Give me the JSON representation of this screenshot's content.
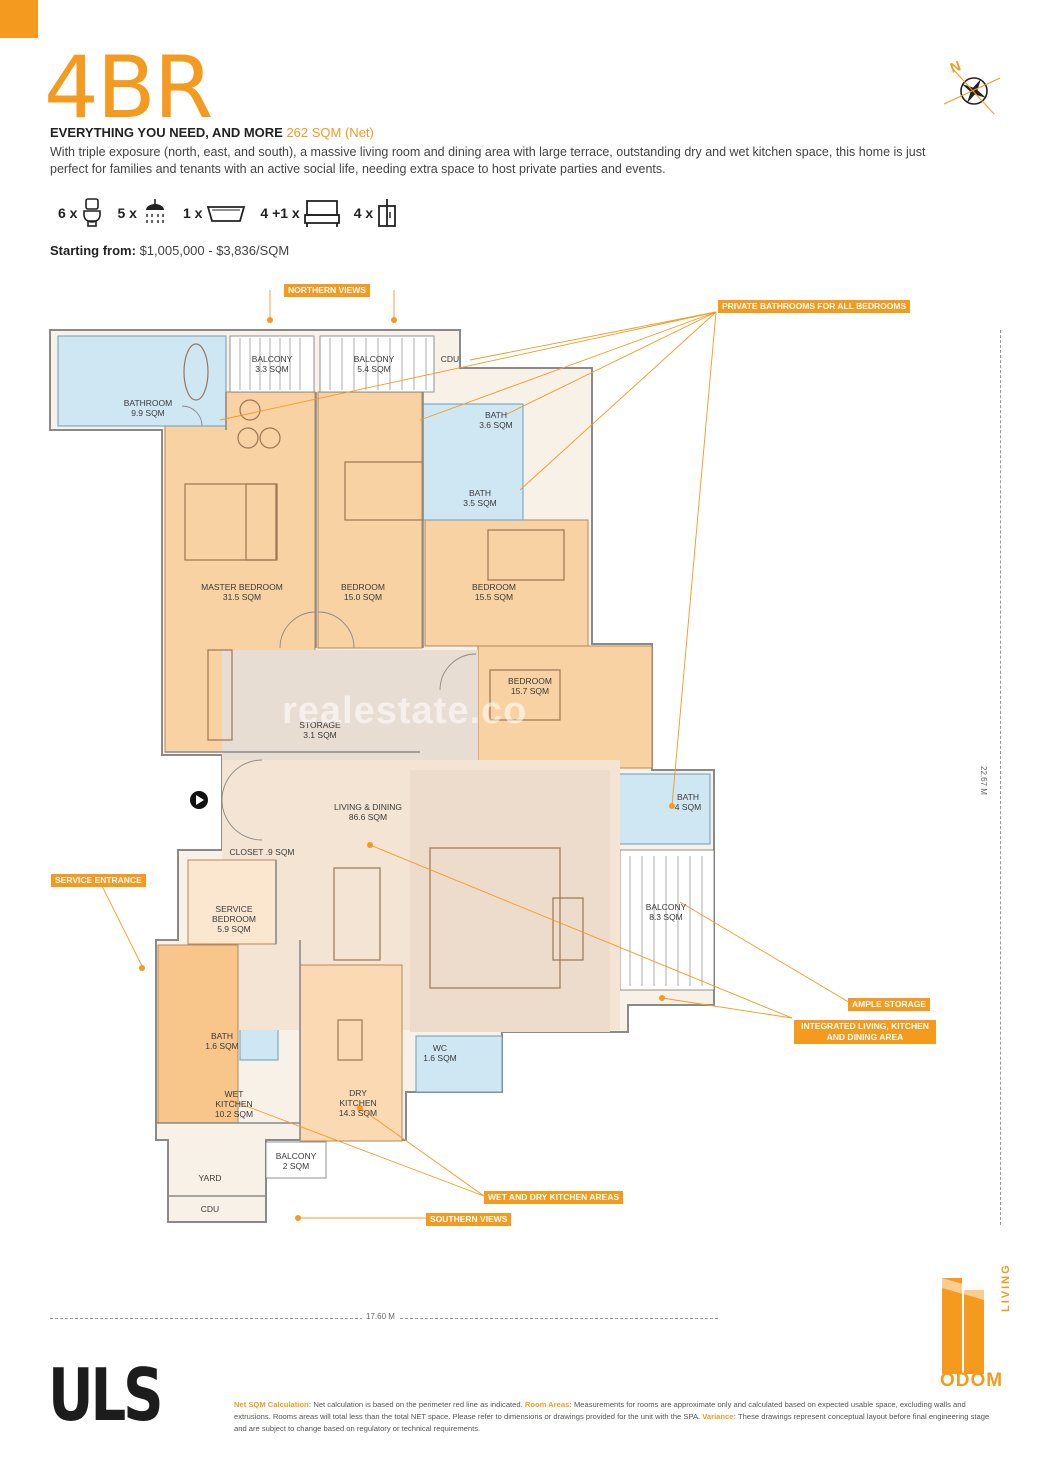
{
  "header": {
    "title": "4BR",
    "headline": "EVERYTHING YOU NEED, AND MORE",
    "net_area": "262 SQM (Net)",
    "description": "With triple exposure (north, east, and south), a massive living room and dining area with large terrace, outstanding dry and wet kitchen space, this home is just perfect for families and tenants with an active social life, needing extra space to host private parties and events.",
    "price_label": "Starting from:",
    "price_value": "$1,005,000 - $3,836/SQM"
  },
  "features": [
    {
      "count": "6 x",
      "icon": "toilet-icon"
    },
    {
      "count": "5 x",
      "icon": "shower-icon"
    },
    {
      "count": "1 x",
      "icon": "bathtub-icon"
    },
    {
      "count": "4 +1 x",
      "icon": "bed-icon"
    },
    {
      "count": "4 x",
      "icon": "wardrobe-icon"
    }
  ],
  "compass": {
    "letter": "N"
  },
  "callouts": {
    "northern_views": "NORTHERN VIEWS",
    "private_bathrooms": "PRIVATE BATHROOMS FOR ALL BEDROOMS",
    "service_entrance": "SERVICE ENTRANCE",
    "ample_storage": "AMPLE STORAGE",
    "integrated_living": "INTEGRATED LIVING, KITCHEN AND DINING AREA",
    "wet_dry_kitchen": "WET AND DRY KITCHEN AREAS",
    "southern_views": "SOUTHERN VIEWS"
  },
  "rooms": {
    "bathroom_master": "BATHROOM\n9.9 SQM",
    "balcony_1": "BALCONY\n3.3 SQM",
    "balcony_2": "BALCONY\n5.4 SQM",
    "cdu_top": "CDU",
    "bath_1": "BATH\n3.6 SQM",
    "bath_2": "BATH\n3.5 SQM",
    "master_bedroom": "MASTER BEDROOM\n31.5 SQM",
    "bedroom_1": "BEDROOM\n15.0 SQM",
    "bedroom_2": "BEDROOM\n15.5 SQM",
    "bedroom_3": "BEDROOM\n15.7 SQM",
    "storage": "STORAGE\n3.1 SQM",
    "living_dining": "LIVING & DINING\n86.6 SQM",
    "bath_3": "BATH\n4 SQM",
    "closet": "CLOSET .9 SQM",
    "service_bedroom": "SERVICE\nBEDROOM\n5.9 SQM",
    "balcony_3": "BALCONY\n8.3 SQM",
    "bath_service": "BATH\n1.6 SQM",
    "wc": "WC\n1.6 SQM",
    "wet_kitchen": "WET\nKITCHEN\n10.2 SQM",
    "dry_kitchen": "DRY\nKITCHEN\n14.3 SQM",
    "yard": "YARD",
    "balcony_4": "BALCONY\n2 SQM",
    "cdu_bottom": "CDU"
  },
  "dimensions": {
    "width": "17.60 M",
    "height": "22.67 M"
  },
  "footer": {
    "uls": "ULS",
    "odom": "ODOM",
    "living": "LIVING",
    "net_calc_label": "Net SQM Calculation:",
    "net_calc_text": "Net calculation is based on the perimeter red line as indicated.",
    "room_areas_label": "Room Areas:",
    "room_areas_text": "Measurements for rooms are approximate only and calculated based on expected usable space, excluding walls and extrusions. Rooms areas will total less than the total NET space. Please refer to dimensions or drawings provided for the unit with the SPA.",
    "variance_label": "Variance:",
    "variance_text": "These drawings represent conceptual layout before final engineering stage and are subject to change based on regulatory or technical requirements."
  },
  "watermark": "realestate.co"
}
